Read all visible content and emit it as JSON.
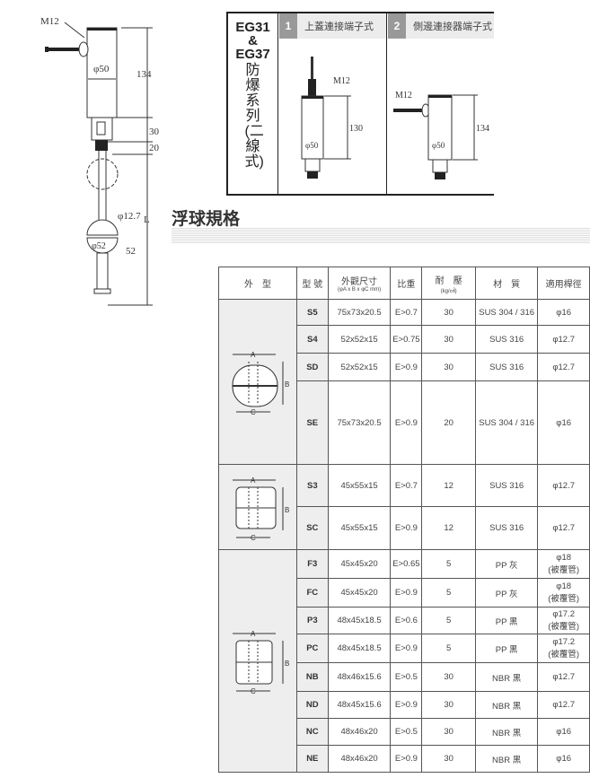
{
  "main_drawing": {
    "connector": "M12",
    "diameter": "φ50",
    "height": "134",
    "dim_30": "30",
    "dim_20": "20",
    "rod": "φ12.7",
    "length": "L",
    "float_height": "52",
    "float_diameter": "φ52"
  },
  "series": {
    "code_top": "EG31",
    "amp": "&",
    "code_bottom": "EG37",
    "name": "防爆系列(二線式)",
    "panels": [
      {
        "num": "1",
        "label": "上蓋連接端子式",
        "connector": "M12",
        "height": "130",
        "diameter": "φ50"
      },
      {
        "num": "2",
        "label": "側邊連接器端子式",
        "connector": "M12",
        "height": "134",
        "diameter": "φ50"
      }
    ]
  },
  "section_title": "浮球規格",
  "table": {
    "headers": {
      "shape": "外　型",
      "model": "型 號",
      "size": "外觀尺寸",
      "size_unit": "(φA x B x φC mm)",
      "gravity": "比重",
      "pressure": "耐　壓",
      "pressure_unit": "(kg/㎠)",
      "material": "材　質",
      "rod": "適用桿徑"
    },
    "shape_labels": {
      "a": "A",
      "b": "B",
      "c": "C"
    },
    "rows": [
      {
        "model": "S5",
        "size": "75x73x20.5",
        "gravity": "E>0.7",
        "pressure": "30",
        "material": "SUS 304 / 316",
        "rod": "φ16"
      },
      {
        "model": "S4",
        "size": "52x52x15",
        "gravity": "E>0.75",
        "pressure": "30",
        "material": "SUS 316",
        "rod": "φ12.7"
      },
      {
        "model": "SD",
        "size": "52x52x15",
        "gravity": "E>0.9",
        "pressure": "30",
        "material": "SUS 316",
        "rod": "φ12.7"
      },
      {
        "model": "SE",
        "size": "75x73x20.5",
        "gravity": "E>0.9",
        "pressure": "20",
        "material": "SUS 304 / 316",
        "rod": "φ16"
      },
      {
        "model": "S3",
        "size": "45x55x15",
        "gravity": "E>0.7",
        "pressure": "12",
        "material": "SUS 316",
        "rod": "φ12.7"
      },
      {
        "model": "SC",
        "size": "45x55x15",
        "gravity": "E>0.9",
        "pressure": "12",
        "material": "SUS 316",
        "rod": "φ12.7"
      },
      {
        "model": "F3",
        "size": "45x45x20",
        "gravity": "E>0.65",
        "pressure": "5",
        "material": "PP 灰",
        "rod": "φ18",
        "rod2": "(被覆管)"
      },
      {
        "model": "FC",
        "size": "45x45x20",
        "gravity": "E>0.9",
        "pressure": "5",
        "material": "PP 灰",
        "rod": "φ18",
        "rod2": "(被覆管)"
      },
      {
        "model": "P3",
        "size": "48x45x18.5",
        "gravity": "E>0.6",
        "pressure": "5",
        "material": "PP 黑",
        "rod": "φ17.2",
        "rod2": "(被覆管)"
      },
      {
        "model": "PC",
        "size": "48x45x18.5",
        "gravity": "E>0.9",
        "pressure": "5",
        "material": "PP 黑",
        "rod": "φ17.2",
        "rod2": "(被覆管)"
      },
      {
        "model": "NB",
        "size": "48x46x15.6",
        "gravity": "E>0.5",
        "pressure": "30",
        "material": "NBR 黑",
        "rod": "φ12.7"
      },
      {
        "model": "ND",
        "size": "48x45x15.6",
        "gravity": "E>0.9",
        "pressure": "30",
        "material": "NBR 黑",
        "rod": "φ12.7"
      },
      {
        "model": "NC",
        "size": "48x46x20",
        "gravity": "E>0.5",
        "pressure": "30",
        "material": "NBR 黑",
        "rod": "φ16"
      },
      {
        "model": "NE",
        "size": "48x46x20",
        "gravity": "E>0.9",
        "pressure": "30",
        "material": "NBR 黑",
        "rod": "φ16"
      }
    ]
  }
}
